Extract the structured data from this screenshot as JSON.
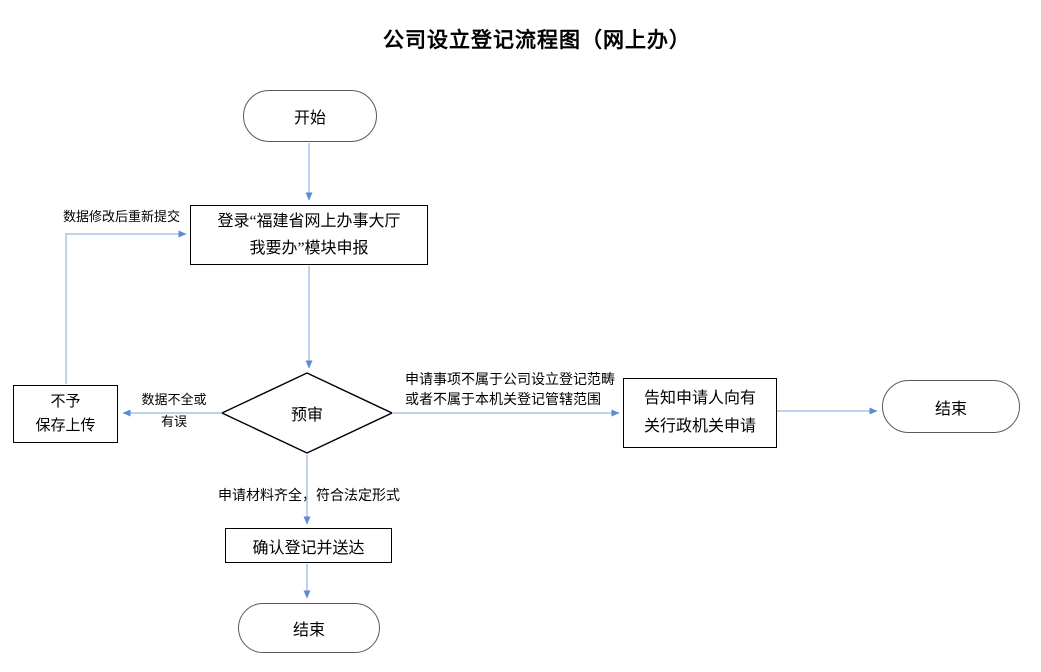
{
  "title": "公司设立登记流程图（网上办）",
  "nodes": {
    "start": "开始",
    "login": {
      "line1": "登录“福建省网上办事大厅",
      "line2": "我要办”模块申报"
    },
    "review": "预审",
    "reject": {
      "line1": "不予",
      "line2": "保存上传"
    },
    "inform": {
      "line1": "告知申请人向有",
      "line2": "关行政机关申请"
    },
    "confirm": "确认登记并送达",
    "end_right": "结束",
    "end_bottom": "结束"
  },
  "edge_labels": {
    "resubmit": "数据修改后重新提交",
    "incomplete_line1": "数据不全或",
    "incomplete_line2": "有误",
    "out_of_scope_line1": "申请事项不属于公司设立登记范畴",
    "out_of_scope_line2": "或者不属于本机关登记管辖范围",
    "complete": "申请材料齐全，符合法定形式"
  },
  "colors": {
    "connector": "#a6c3e7",
    "arrowhead": "#5b8bd0",
    "rect_border": "#000000",
    "oval_border": "#595959",
    "text": "#000000",
    "background": "#ffffff"
  }
}
